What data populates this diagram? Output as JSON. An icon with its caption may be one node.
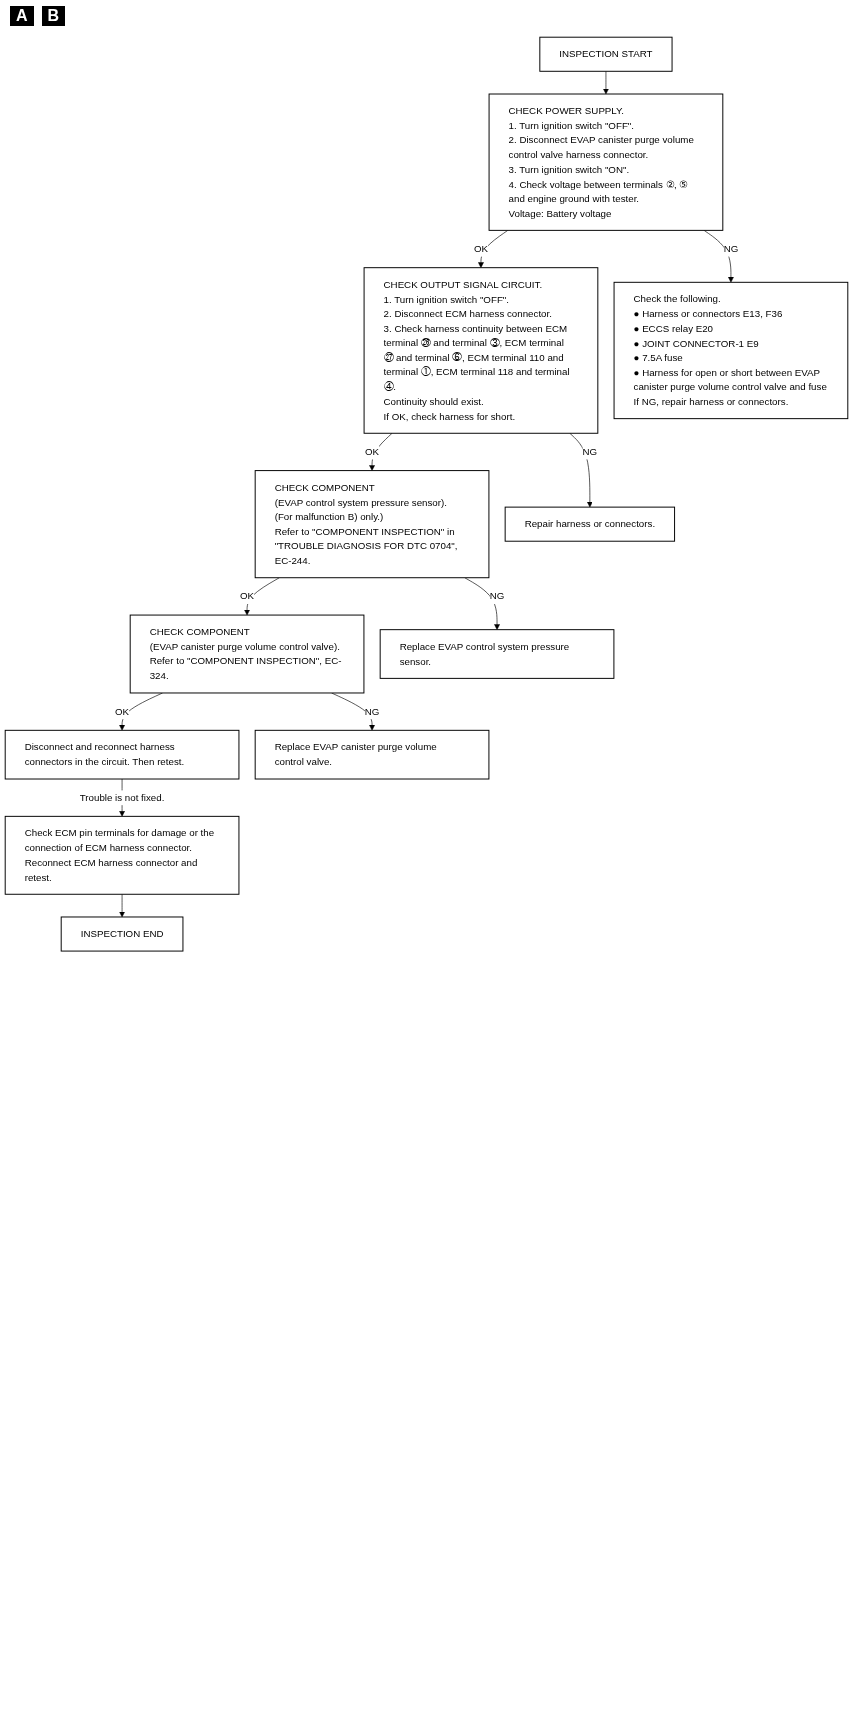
{
  "diagram": {
    "nodes": [
      {
        "text": [
          "INSPECTION START"
        ]
      },
      {
        "text": [
          "CHECK POWER SUPPLY.",
          "1. Turn ignition switch \"OFF\".",
          "2. Disconnect EVAP canister purge volume control valve harness connector.",
          "3. Turn ignition switch \"ON\".",
          "4. Check voltage between terminals ②, ⑤ and engine ground with tester.",
          "Voltage: Battery voltage"
        ]
      },
      {
        "text": [
          "Check the following.",
          "● Harness or connectors E13, F36",
          "● ECCS relay E20",
          "● JOINT CONNECTOR-1 E9",
          "● 7.5A fuse",
          "● Harness for open or short between EVAP canister purge volume control valve and fuse",
          "If NG, repair harness or connectors."
        ]
      },
      {
        "text": [
          "CHECK OUTPUT SIGNAL CIRCUIT.",
          "1. Turn ignition switch \"OFF\".",
          "2. Disconnect ECM harness connector.",
          "3. Check harness continuity between ECM terminal ㉖ and terminal ③, ECM terminal ㉗ and terminal ⑥, ECM terminal 110 and terminal ①, ECM terminal 118 and terminal ④.",
          "Continuity should exist.",
          "If OK, check harness for short."
        ]
      },
      {
        "text": [
          "Repair harness or connectors."
        ]
      },
      {
        "text": [
          "CHECK COMPONENT",
          "(EVAP control system pressure sensor).",
          "(For malfunction B) only.)",
          "Refer to \"COMPONENT INSPECTION\" in \"TROUBLE DIAGNOSIS FOR DTC 0704\", EC-244."
        ]
      },
      {
        "text": [
          "Replace EVAP control system pressure sensor."
        ]
      },
      {
        "text": [
          "CHECK COMPONENT",
          "(EVAP canister purge volume control valve).",
          "Refer to \"COMPONENT INSPECTION\", EC-324."
        ]
      },
      {
        "text": [
          "Replace EVAP canister purge volume control valve."
        ]
      },
      {
        "text": [
          "Disconnect and reconnect harness connectors in the circuit. Then retest."
        ]
      },
      {
        "text": [
          "Check ECM pin terminals for damage or the connection of ECM harness connector. Reconnect ECM harness connector and retest."
        ]
      },
      {
        "text": [
          "INSPECTION END"
        ]
      }
    ],
    "edges": [
      {
        "from": 0,
        "to": 1,
        "arrow": "to"
      },
      {
        "from": 1,
        "to": 2,
        "arrow": "to",
        "label": "NG"
      },
      {
        "from": 1,
        "to": 3,
        "arrow": "to",
        "label": "OK"
      },
      {
        "from": 3,
        "to": 4,
        "arrow": "to",
        "label": "NG"
      },
      {
        "from": 3,
        "to": 5,
        "arrow": "to",
        "label": "OK"
      },
      {
        "from": 5,
        "to": 6,
        "arrow": "to",
        "label": "NG"
      },
      {
        "from": 5,
        "to": 7,
        "arrow": "to",
        "label": "OK"
      },
      {
        "from": 7,
        "to": 8,
        "arrow": "to",
        "label": "NG"
      },
      {
        "from": 7,
        "to": 9,
        "arrow": "to",
        "label": "OK"
      },
      {
        "from": 9,
        "to": 10,
        "arrow": "to",
        "label": "Trouble is not fixed."
      },
      {
        "from": 10,
        "to": 11,
        "arrow": "to"
      }
    ],
    "labels": [
      "A",
      "B"
    ]
  }
}
